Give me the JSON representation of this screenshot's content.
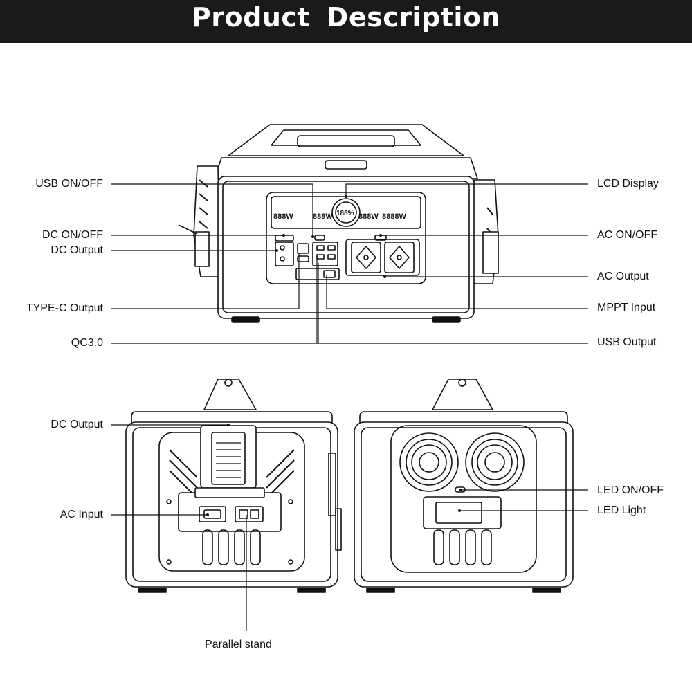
{
  "header": {
    "title": "Product Description"
  },
  "lcd": {
    "left_digits": "888W",
    "mid_digits": "888W",
    "center_digits": "188%",
    "right_digits": "888W",
    "far_digits": "8888W"
  },
  "callouts": {
    "usb_onoff": "USB ON/OFF",
    "dc_onoff": "DC ON/OFF",
    "dc_output_front": "DC Output",
    "typec_output": "TYPE-C Output",
    "qc30": "QC3.0",
    "lcd_display": "LCD Display",
    "ac_onoff": "AC ON/OFF",
    "ac_output": "AC Output",
    "mppt_input": "MPPT Input",
    "usb_output": "USB Output",
    "dc_output_side": "DC Output",
    "ac_input": "AC Input",
    "parallel_stand": "Parallel stand",
    "led_onoff": "LED ON/OFF",
    "led_light": "LED Light"
  },
  "colors": {
    "header_bg": "#1a1a1a",
    "header_text": "#ffffff",
    "line": "#111111"
  }
}
